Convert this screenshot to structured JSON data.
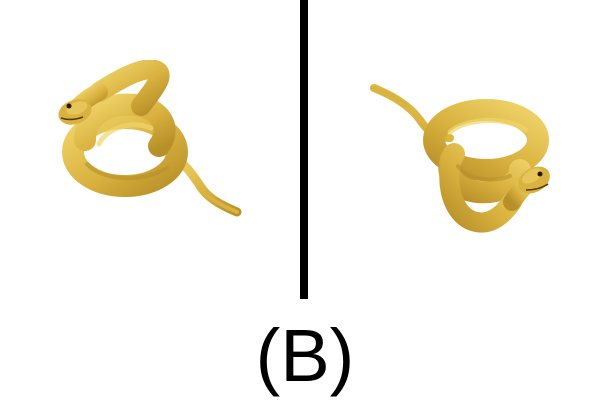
{
  "figure": {
    "label": "(B)",
    "left_image": {
      "subject": "coiled-yellow-snake",
      "icon": "snake-icon"
    },
    "right_image": {
      "subject": "coiled-yellow-snake-mirrored",
      "icon": "snake-icon"
    }
  },
  "colors": {
    "background": "#ffffff",
    "divider": "#000000",
    "snake_body": "#d9b23f",
    "snake_shadow": "#b8902a",
    "snake_highlight": "#f0d46a",
    "label": "#000000"
  }
}
